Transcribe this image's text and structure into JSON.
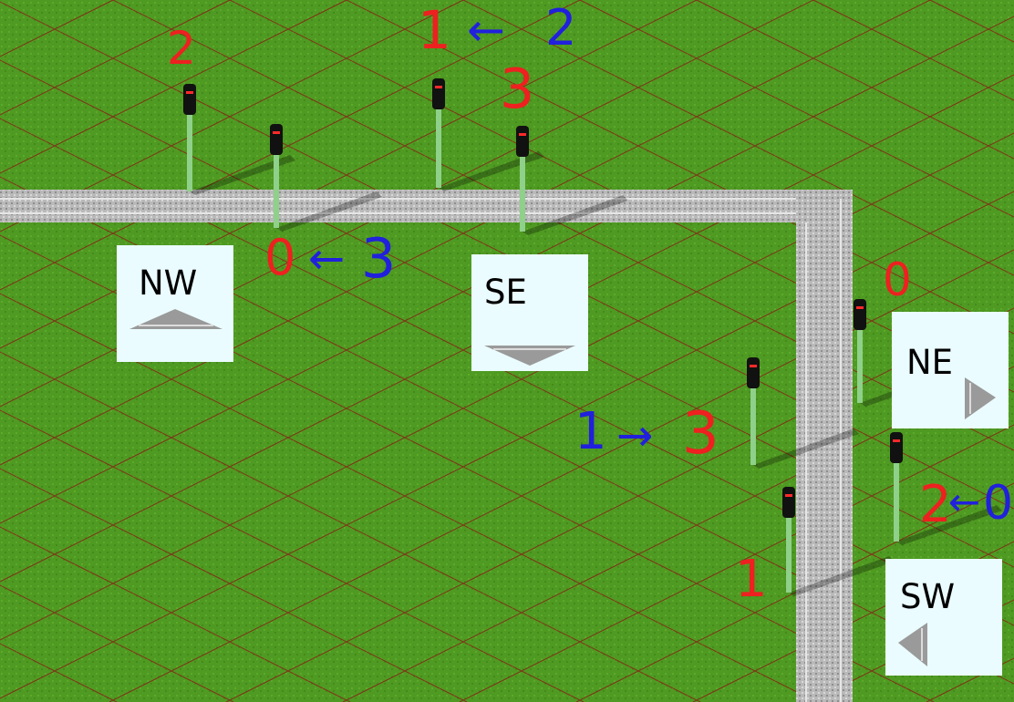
{
  "scene": {
    "type": "isometric-railway-tile-map",
    "ground_color": "#4f9a22",
    "grid_line_color": "#8b1a14",
    "rail_color": "#b8b8b8"
  },
  "direction_cards": {
    "nw": "NW",
    "se": "SE",
    "ne": "NE",
    "sw": "SW"
  },
  "annotations": {
    "sig2_top_left": "2",
    "top_red": "1",
    "top_arrow": "←",
    "top_blue": "2",
    "top_three": "3",
    "left_red": "0",
    "left_arrow": "←",
    "left_blue": "3",
    "right_top_zero": "0",
    "mid_blue": "1",
    "mid_arrow": "→",
    "mid_red": "3",
    "right_red": "2",
    "right_arrow": "←",
    "right_blue": "0",
    "bottom_one": "1"
  },
  "colors": {
    "annotation_red": "#ee2020",
    "annotation_blue": "#2020dd",
    "card_bg": "#eafcff"
  }
}
